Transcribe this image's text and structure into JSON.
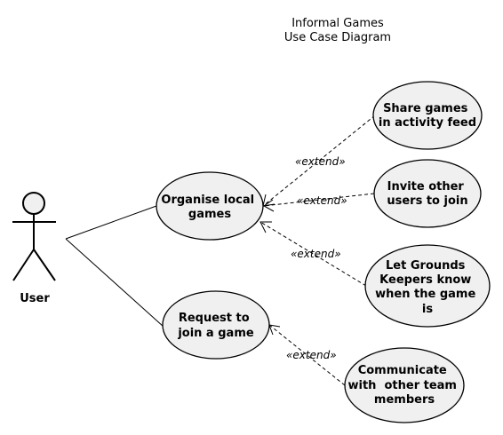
{
  "diagram": {
    "title_lines": [
      "Informal Games",
      "Use Case Diagram"
    ],
    "actor": {
      "name": "User"
    },
    "use_cases": [
      {
        "id": "organise",
        "lines": [
          "Organise local",
          "games"
        ]
      },
      {
        "id": "request",
        "lines": [
          "Request to",
          "join a game"
        ]
      },
      {
        "id": "share",
        "lines": [
          "Share games",
          "in activity feed"
        ]
      },
      {
        "id": "invite",
        "lines": [
          "Invite other",
          "users to join"
        ]
      },
      {
        "id": "grounds",
        "lines": [
          "Let Grounds",
          "Keepers know",
          "when the game",
          "is"
        ]
      },
      {
        "id": "communicate",
        "lines": [
          "Communicate",
          "with  other team",
          "members"
        ]
      }
    ],
    "extends": [
      {
        "from": "share",
        "to": "organise",
        "label": "«extend»"
      },
      {
        "from": "invite",
        "to": "organise",
        "label": "«extend»"
      },
      {
        "from": "grounds",
        "to": "organise",
        "label": "«extend»"
      },
      {
        "from": "communicate",
        "to": "request",
        "label": "«extend»"
      }
    ],
    "colors": {
      "use_case_fill": "#f0f0f0",
      "stroke": "#000000"
    }
  }
}
